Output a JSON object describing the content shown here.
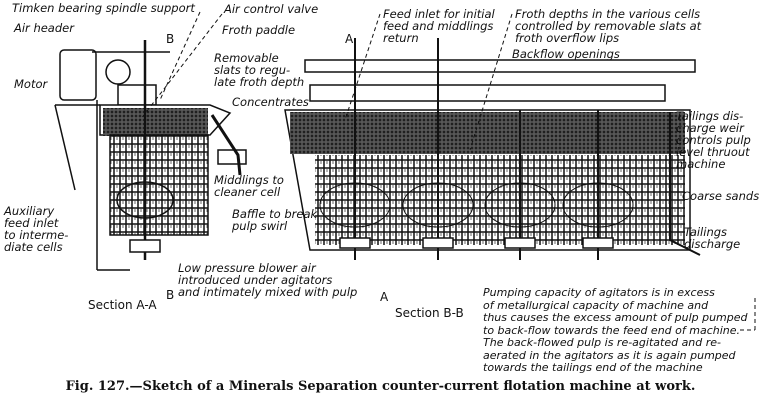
{
  "labels": {
    "timken": "Timken bearing spindle support",
    "air_header": "Air header",
    "air_valve": "Air control valve",
    "froth_paddle": "Froth paddle",
    "removable_slats": "Removable\nslats to regu-\nlate froth depth",
    "concentrates": "Concentrates",
    "motor": "Motor",
    "middlings": "Middlings to\ncleaner cell",
    "baffle": "Baffle to break\npulp swirl",
    "auxiliary": "Auxiliary\nfeed inlet\nto interme-\ndiate cells",
    "blower": "Low pressure blower air\nintroduced under agitators\nand intimately mixed with pulp",
    "feed_inlet": "Feed inlet for initial\nfeed and middlings\nreturn",
    "froth_depths": "Froth depths in the various cells\ncontrolled by removable slats at\nfroth overflow lips",
    "backflow": "Backflow openings",
    "tailings_weir": "Tailings dis-\ncharge weir\ncontrols pulp\nlevel thruout\nmachine",
    "coarse_sands": "Coarse sands",
    "tailings_discharge": "Tailings\ndischarge",
    "pumping": "Pumping capacity of agitators is in excess\nof metallurgical capacity of machine and\nthus causes the excess amount of pulp pumped\nto back-flow towards the feed end of machine.\nThe back-flowed pulp is re-agitated and re-\naerated in the agitators as it is again pumped\ntowards the tailings end of the machine"
  },
  "section_marks": {
    "b_top": "B",
    "b_bottom": "B",
    "a_top": "A",
    "a_bottom": "A"
  },
  "sections": {
    "aa": "Section A-A",
    "bb": "Section B-B"
  },
  "caption": "Fig. 127.—Sketch of a Minerals Separation counter-current flotation machine at work."
}
